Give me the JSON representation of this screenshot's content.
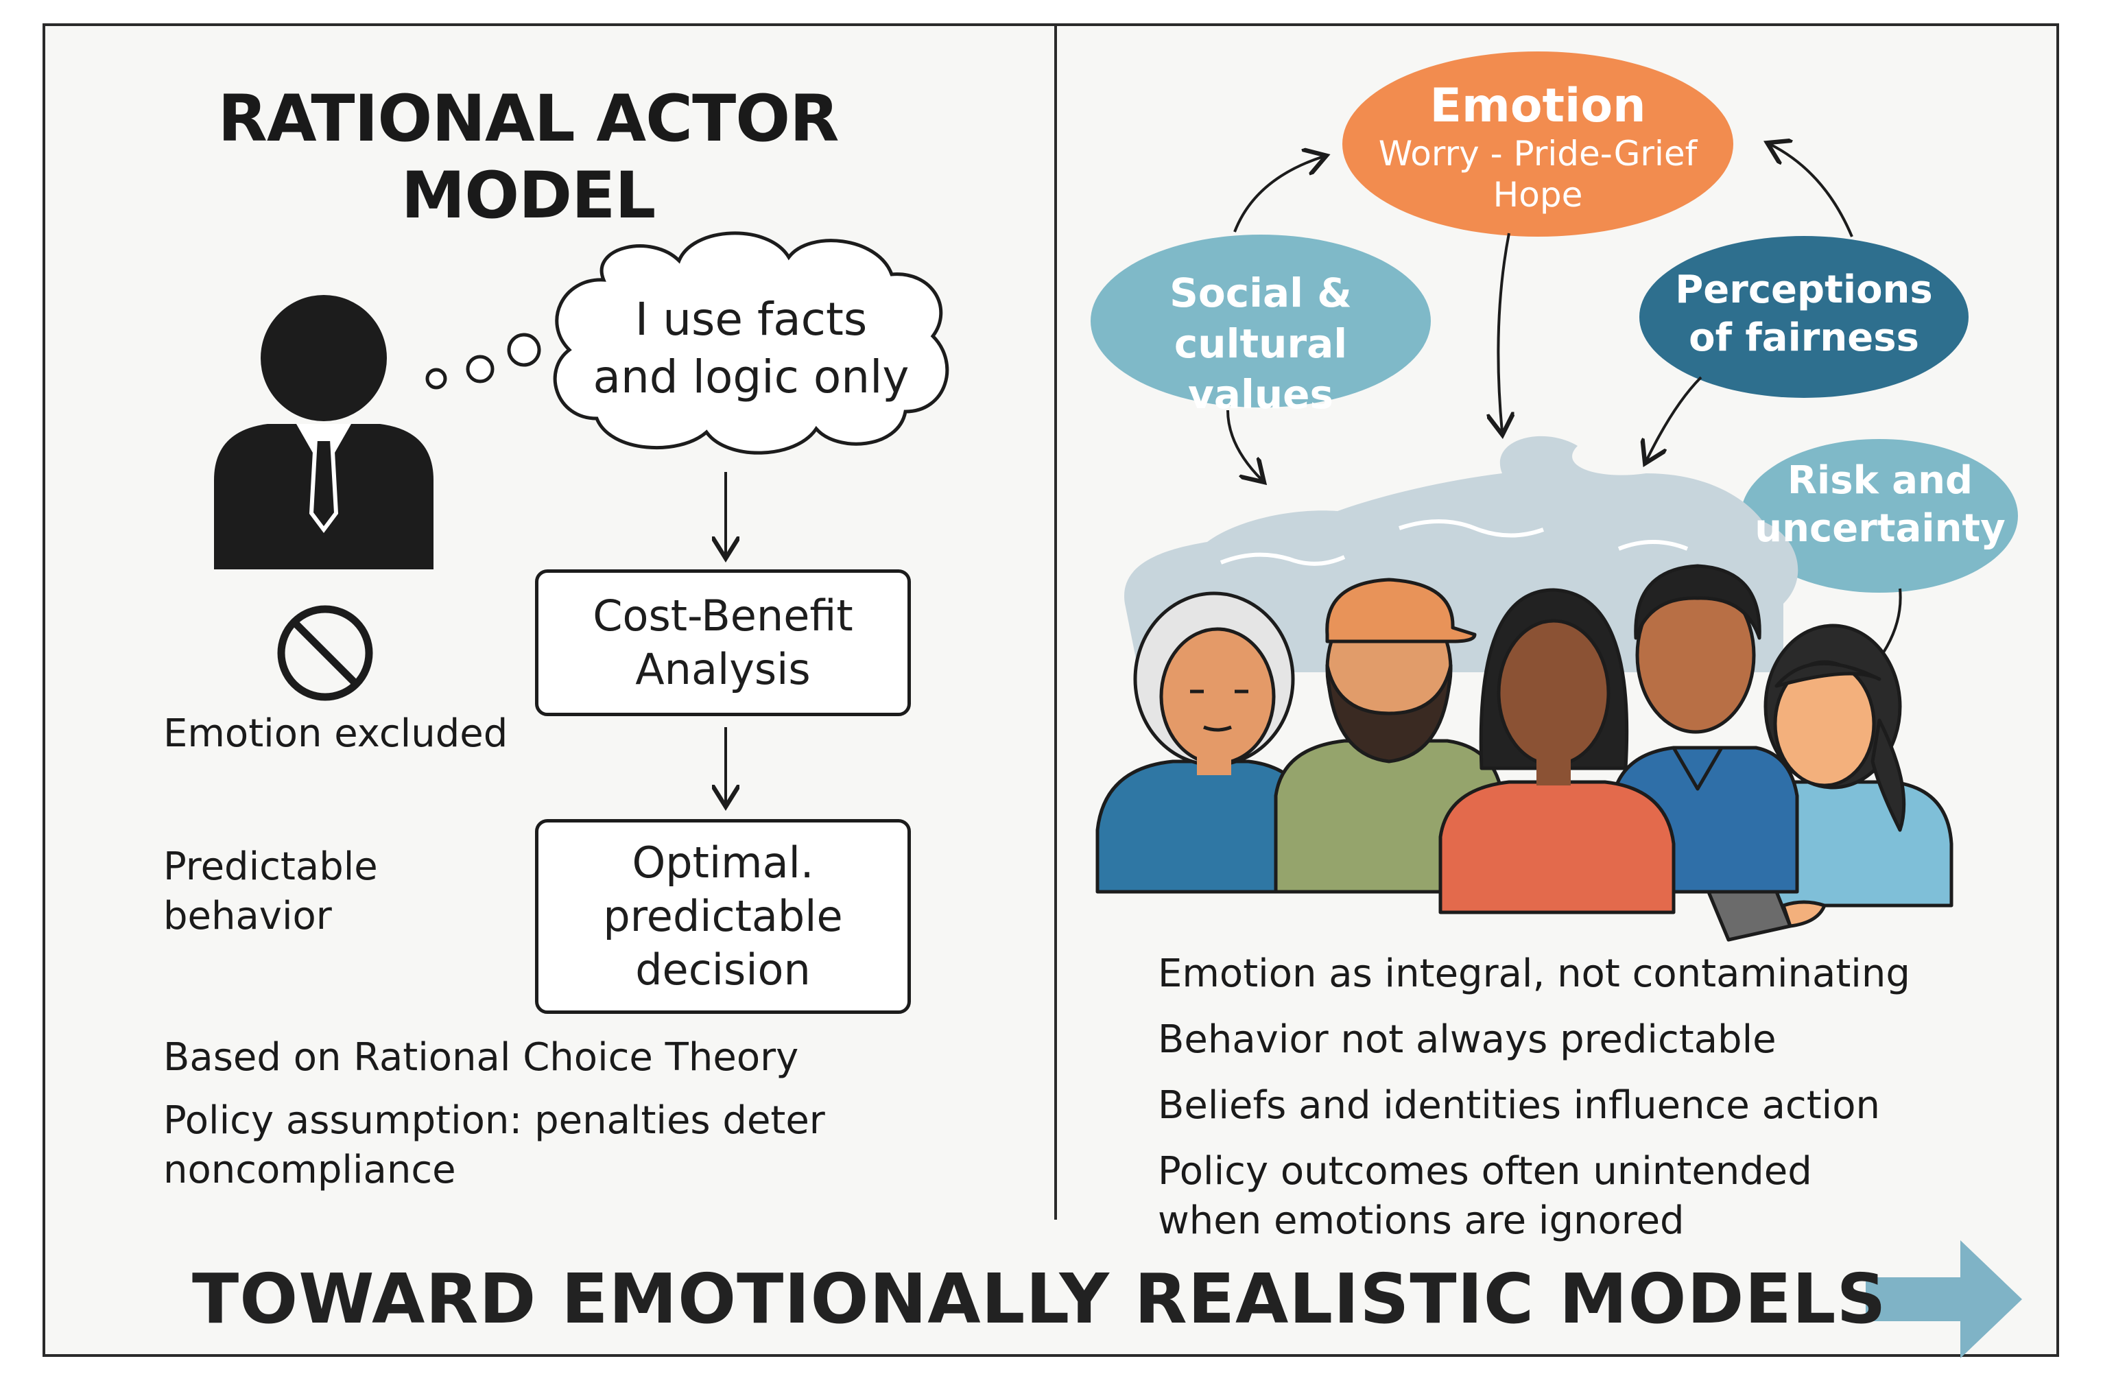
{
  "left_panel": {
    "title": "RATIONAL ACTOR\nMODEL",
    "thought": "I use facts\nand logic only",
    "emotion_excluded": "Emotion excluded",
    "predictable_behavior": "Predictable\nbehavior",
    "analysis_box": "Cost-Benefit\nAnalysis",
    "decision_box": "Optimal.\npredictable\ndecision",
    "notes": [
      "Based on Rational Choice Theory",
      "Policy assumption: penalties deter\nnoncompliance"
    ]
  },
  "right_panel": {
    "emotion_title": "Emotion",
    "emotion_items": "Worry - Pride-Grief\nHope",
    "social": "Social &\ncultural values",
    "fairness": "Perceptions\nof fairness",
    "risk": "Risk and\nuncertainty",
    "points": [
      "Emotion as integral, not contaminating",
      "Behavior not always predictable",
      "Beliefs and identities influence action",
      "Policy outcomes often unintended\nwhen emotions are ignored"
    ]
  },
  "banner": "TOWARD EMOTIONALLY REALISTIC MODELS",
  "colors": {
    "emotion": "#f28c4f",
    "social": "#7fb9c8",
    "fairness": "#2e6f8e",
    "risk": "#7fb9c8",
    "cloud": "#c7d5dc",
    "arrow": "#7fb3c6",
    "ink": "#1c1c1c"
  }
}
